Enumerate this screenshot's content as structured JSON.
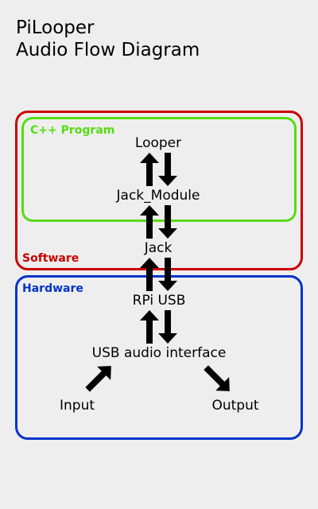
{
  "title": {
    "line1": "PiLooper",
    "line2": "Audio Flow Diagram"
  },
  "groups": {
    "software": "Software",
    "cpp_program": "C++ Program",
    "hardware": "Hardware"
  },
  "nodes": {
    "looper": "Looper",
    "jack_module": "Jack_Module",
    "jack": "Jack",
    "rpi_usb": "RPi USB",
    "usb_audio_interface": "USB audio interface",
    "input": "Input",
    "output": "Output"
  },
  "colors": {
    "software": "#cc0000",
    "cpp_program": "#55dd11",
    "hardware": "#0033cc",
    "background": "#eeeeee"
  }
}
